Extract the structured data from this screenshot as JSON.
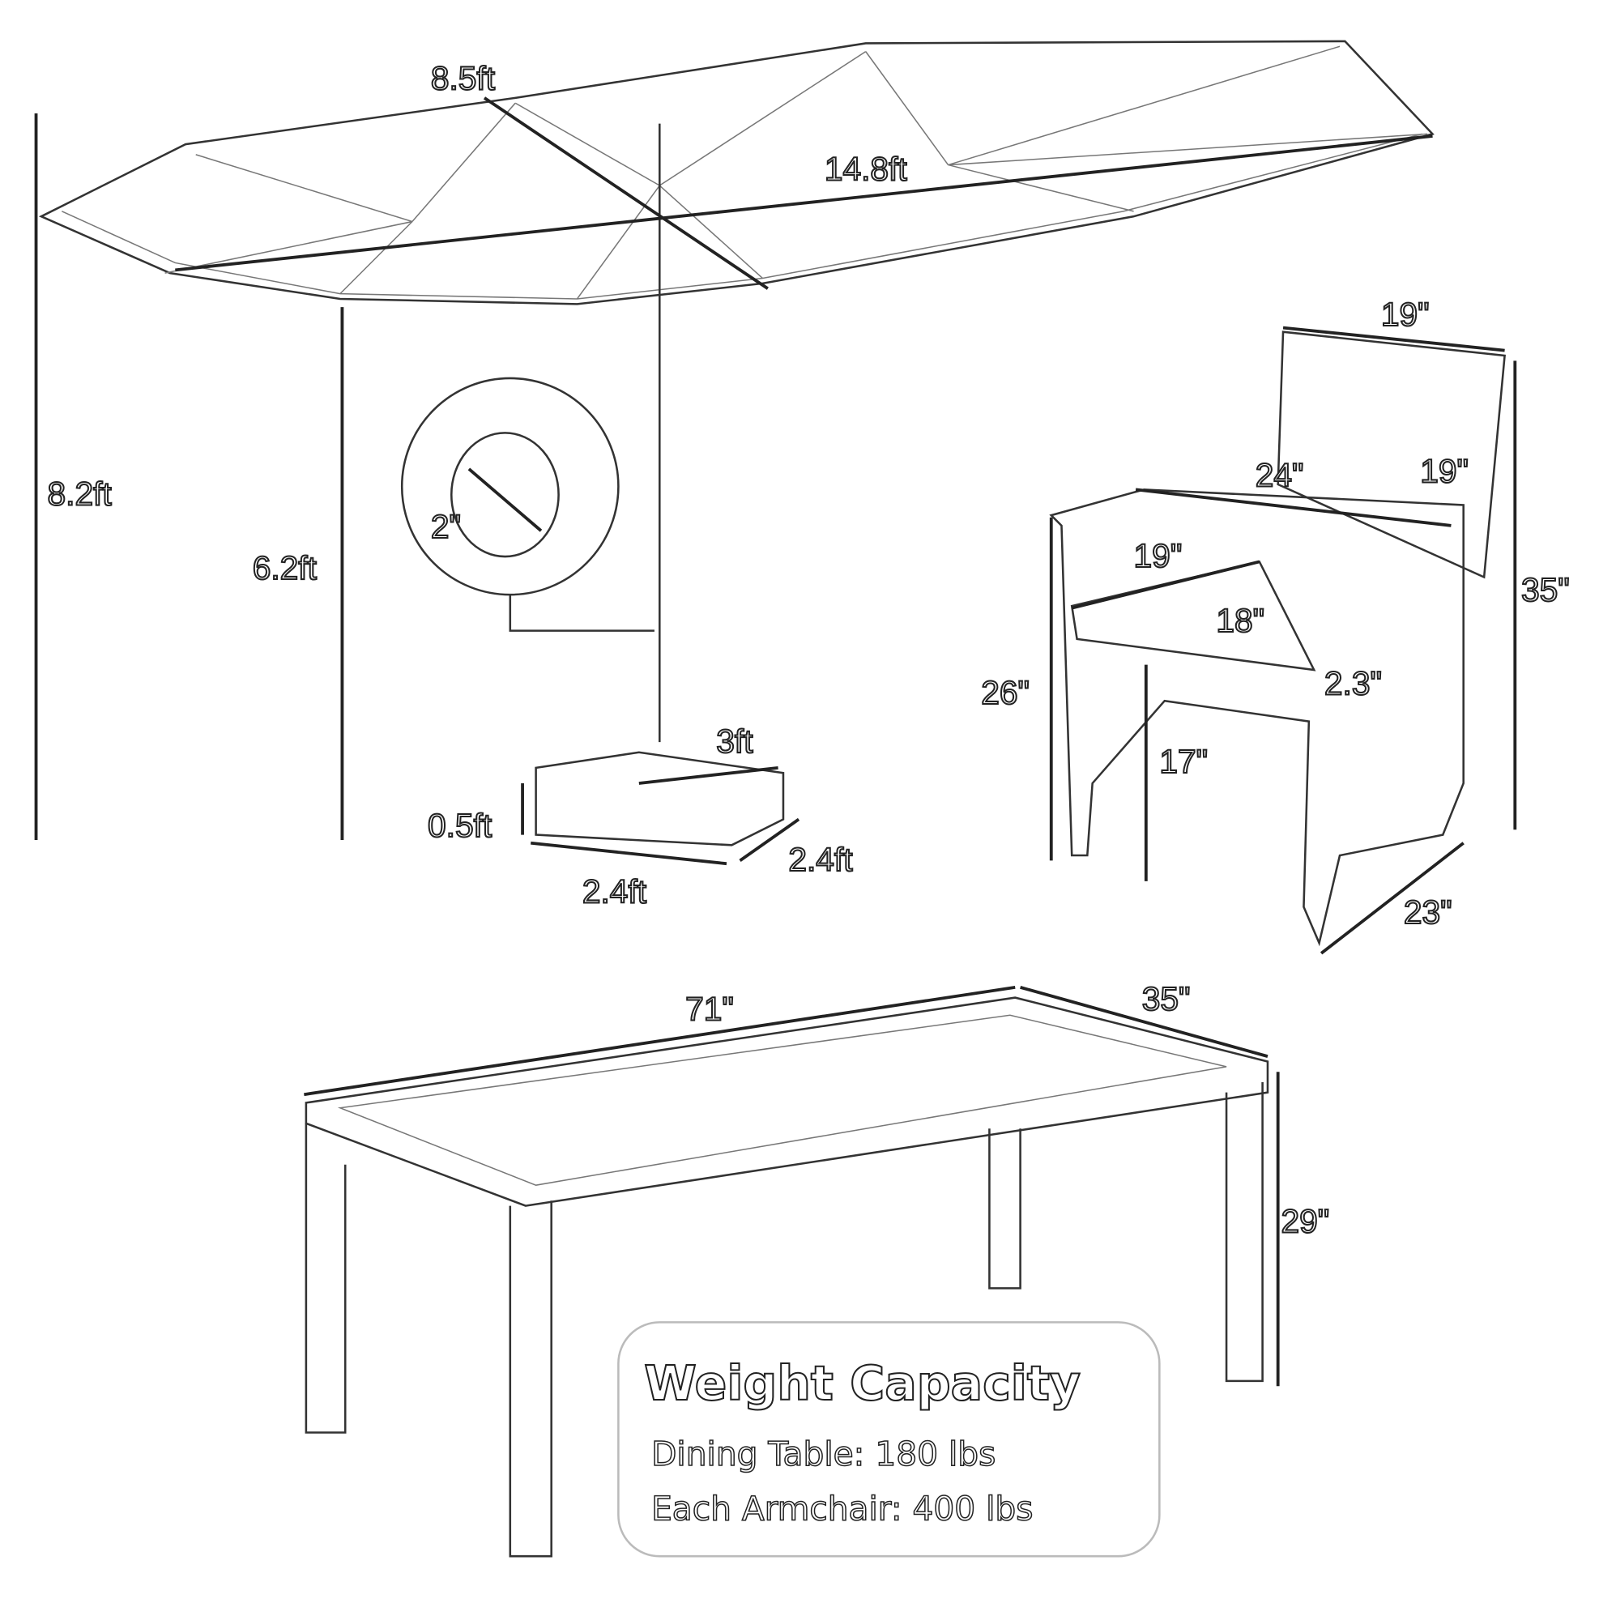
{
  "umbrella": {
    "width_label": "8.5ft",
    "length_label": "14.8ft",
    "total_height_label": "8.2ft",
    "clearance_label": "6.2ft",
    "pole_diameter_label": "2\"",
    "base_length_label": "3ft",
    "base_height_label": "0.5ft",
    "base_depth_label": "2.4ft",
    "base_width_label": "2.4ft"
  },
  "chair": {
    "back_width_label": "19\"",
    "arm_width_label": "24\"",
    "back_height_label": "19\"",
    "seat_depth_label": "19\"",
    "seat_width_label": "18\"",
    "total_height_label": "35\"",
    "arm_height_label": "26\"",
    "cushion_label": "2.3\"",
    "seat_height_label": "17\"",
    "depth_label": "23\""
  },
  "table": {
    "length_label": "71\"",
    "width_label": "35\"",
    "height_label": "29\""
  },
  "weight_capacity": {
    "title": "Weight Capacity",
    "lines": [
      "Dining Table: 180 lbs",
      "Each Armchair: 400 lbs"
    ]
  }
}
